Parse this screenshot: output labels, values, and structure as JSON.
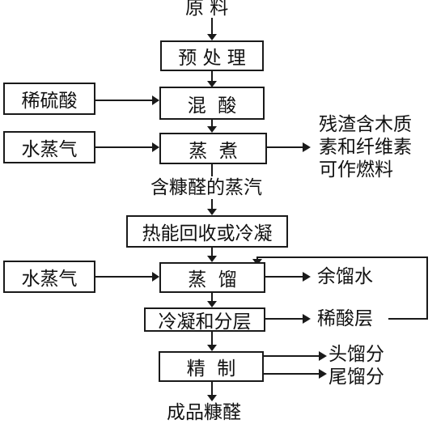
{
  "diagram": {
    "raw_material": "原 料",
    "steps": {
      "pretreatment": "预 处 理",
      "acid_mixing": "混  酸",
      "cooking": "蒸  煮",
      "heat_recovery": "热能回收或冷凝",
      "distillation": "蒸  馏",
      "condense_separate": "冷凝和分层",
      "refining": "精  制"
    },
    "inputs": {
      "dilute_sulfuric_acid": "稀硫酸",
      "steam_1": "水蒸气",
      "steam_2": "水蒸气"
    },
    "outputs": {
      "residue_fuel": [
        "残渣含木质",
        "素和纤维素",
        "可作燃料"
      ],
      "furfural_vapor": "含糠醛的蒸汽",
      "residual_water": "余馏水",
      "dilute_acid_layer": "稀酸层",
      "head_fraction": "头馏分",
      "tail_fraction": "尾馏分",
      "product": "成品糠醛"
    }
  }
}
